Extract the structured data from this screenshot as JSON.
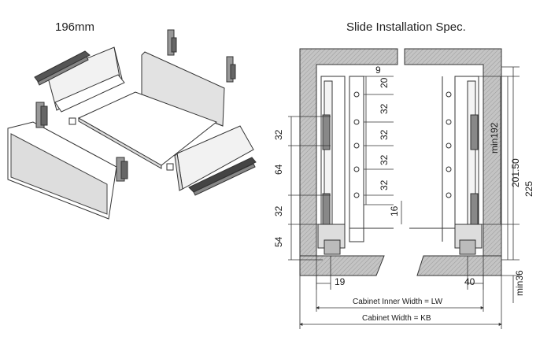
{
  "left_title": "196mm",
  "right_title": "Slide Installation Spec.",
  "dimensions": {
    "top_gap": "9",
    "hole_20": "20",
    "hole_32_a": "32",
    "hole_32_b": "32",
    "hole_32_c": "32",
    "hole_32_d": "32",
    "left_32_top": "32",
    "left_64": "64",
    "left_32_bottom": "32",
    "left_54": "54",
    "mid_16": "16",
    "min192": "min192",
    "d20150": "201.50",
    "d225": "225",
    "min36": "min36",
    "d19": "19",
    "d40": "40"
  },
  "labels": {
    "cabinet_inner_width": "Cabinet Inner Width = LW",
    "cabinet_width": "Cabinet Width = KB"
  },
  "colors": {
    "hatch": "#b8b8b8",
    "line": "#333333",
    "panel": "#ffffff"
  }
}
